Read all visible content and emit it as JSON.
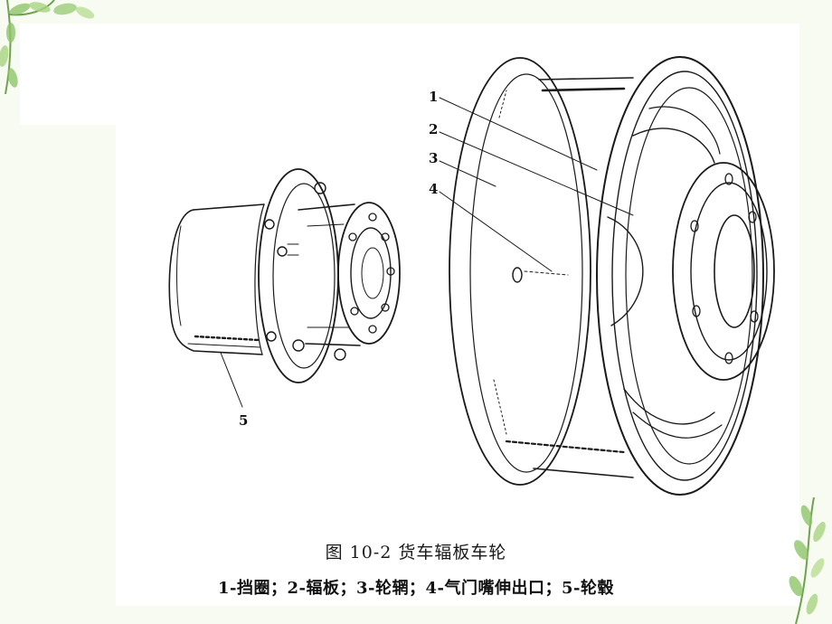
{
  "figure": {
    "caption_title": "图 10-2    货车辐板车轮",
    "caption_legend": "1-挡圈；2-辐板；3-轮辋；4-气门嘴伸出口；5-轮毂"
  },
  "callouts": [
    {
      "number": "1",
      "part": "挡圈"
    },
    {
      "number": "2",
      "part": "辐板"
    },
    {
      "number": "3",
      "part": "轮辋"
    },
    {
      "number": "4",
      "part": "气门嘴伸出口"
    },
    {
      "number": "5",
      "part": "轮毂"
    }
  ],
  "colors": {
    "slide_background": "#f7fbf2",
    "panel": "#ffffff",
    "line": "#1a1a1a",
    "leaf_green": "#8fc46a"
  },
  "decorations": {
    "corner_top_left": "leaf-branch-icon",
    "corner_bottom_right": "leaf-branch-icon"
  }
}
